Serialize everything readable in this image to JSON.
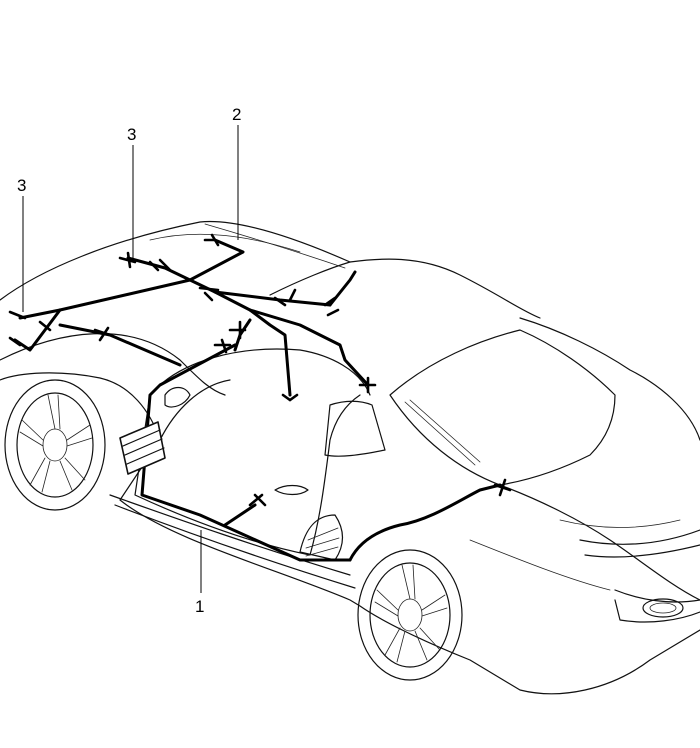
{
  "callouts": {
    "one": "1",
    "two": "2",
    "three_mid": "3",
    "three_left": "3"
  },
  "colors": {
    "line": "#000000",
    "background": "#ffffff"
  }
}
